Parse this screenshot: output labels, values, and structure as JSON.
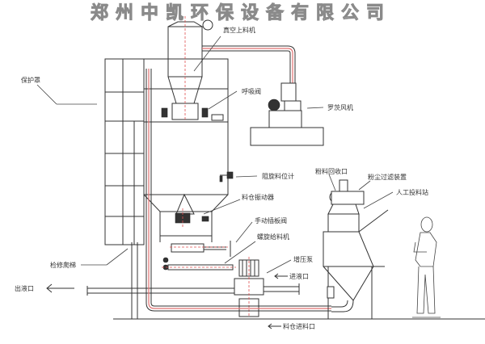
{
  "title": "郑州中凯环保设备有限公司",
  "labels": {
    "vacuum_loader": "真空上料机",
    "protective_cover": "保护罩",
    "breather_valve": "呼吸阀",
    "roots_blower": "罗茨风机",
    "resistance_level_gauge": "阻旋料位计",
    "bin_vibrator": "料仓振动器",
    "powder_recovery_port": "粉料回收口",
    "dust_filter": "粉尘过滤装置",
    "manual_feeding_station": "人工投料站",
    "manual_gate_valve": "手动插板阀",
    "screw_feeder": "螺旋给料机",
    "booster_pump": "增压泵",
    "liquid_inlet": "进液口",
    "maintenance_ladder": "检修爬梯",
    "liquid_outlet": "出液口",
    "bin_feed_port": "料仓进料口"
  },
  "colors": {
    "line": "#333333",
    "centerline": "#e05050",
    "pipe": "#e07070",
    "title_outline": "#8a8a8a"
  }
}
